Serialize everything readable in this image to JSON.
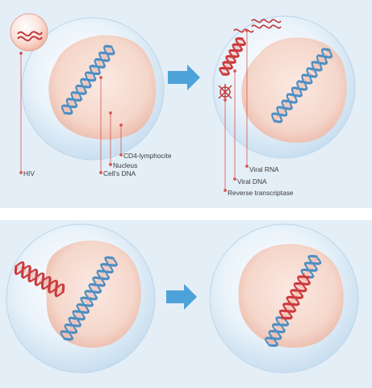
{
  "labels": {
    "hiv": "HIV",
    "cells_dna": "Cell's DNA",
    "nucleus": "Nucleus",
    "cd4": "CD4-lymphocite",
    "viral_rna": "Viral RNA",
    "viral_dna": "Viral DNA",
    "reverse_transcriptase": "Reverse transcriptase"
  },
  "colors": {
    "panel_bg": "#e4eef7",
    "cell_outer": "#dcebf7",
    "nucleus": "#f6d8cc",
    "cell_dna": "#4d8fc3",
    "viral": "#cc3b3f",
    "arrow": "#4da3d9",
    "leader": "#d9534f"
  }
}
